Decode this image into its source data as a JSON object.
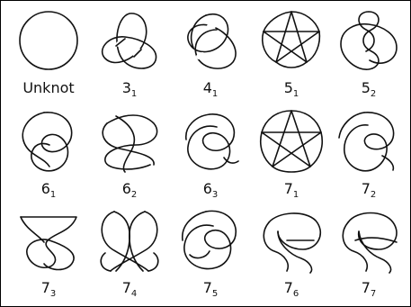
{
  "knots": [
    {
      "id": "unknot",
      "label": "Unknot",
      "crossing": "",
      "index": ""
    },
    {
      "id": "3_1",
      "label": "",
      "crossing": "3",
      "index": "1"
    },
    {
      "id": "4_1",
      "label": "",
      "crossing": "4",
      "index": "1"
    },
    {
      "id": "5_1",
      "label": "",
      "crossing": "5",
      "index": "1"
    },
    {
      "id": "5_2",
      "label": "",
      "crossing": "5",
      "index": "2"
    },
    {
      "id": "6_1",
      "label": "",
      "crossing": "6",
      "index": "1"
    },
    {
      "id": "6_2",
      "label": "",
      "crossing": "6",
      "index": "2"
    },
    {
      "id": "6_3",
      "label": "",
      "crossing": "6",
      "index": "3"
    },
    {
      "id": "7_1",
      "label": "",
      "crossing": "7",
      "index": "1"
    },
    {
      "id": "7_2",
      "label": "",
      "crossing": "7",
      "index": "2"
    },
    {
      "id": "7_3",
      "label": "",
      "crossing": "7",
      "index": "3"
    },
    {
      "id": "7_4",
      "label": "",
      "crossing": "7",
      "index": "4"
    },
    {
      "id": "7_5",
      "label": "",
      "crossing": "7",
      "index": "5"
    },
    {
      "id": "7_6",
      "label": "",
      "crossing": "7",
      "index": "6"
    },
    {
      "id": "7_7",
      "label": "",
      "crossing": "7",
      "index": "7"
    }
  ]
}
